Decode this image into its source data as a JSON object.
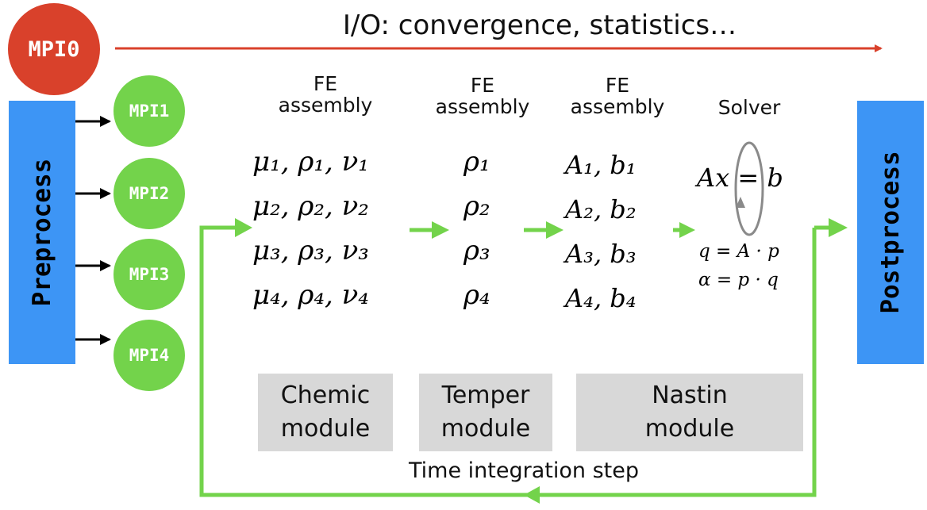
{
  "io_label": "I/O: convergence, statistics…",
  "mpi0_label": "MPI0",
  "workers": [
    "MPI1",
    "MPI2",
    "MPI3",
    "MPI4"
  ],
  "preprocess_label": "Preprocess",
  "postprocess_label": "Postprocess",
  "columns": {
    "chemic_assembly": {
      "line1": "FE",
      "line2": "assembly"
    },
    "temper_assembly": {
      "line1": "FE",
      "line2": "assembly"
    },
    "nastin_assembly": {
      "line1": "FE",
      "line2": "assembly"
    },
    "solver": "Solver"
  },
  "chemic_vars": [
    "μ₁, ρ₁, ν₁",
    "μ₂, ρ₂, ν₂",
    "μ₃, ρ₃, ν₃",
    "μ₄, ρ₄, ν₄"
  ],
  "temper_vars": [
    "ρ₁",
    "ρ₂",
    "ρ₃",
    "ρ₄"
  ],
  "nastin_vars": [
    "A₁,  b₁",
    "A₂,  b₂",
    "A₃,  b₃",
    "A₄,  b₄"
  ],
  "solver_equations": {
    "main": "Ax = b",
    "q": "q = A · p",
    "alpha": "α = p · q"
  },
  "modules": {
    "chemic": {
      "line1": "Chemic",
      "line2": "module"
    },
    "temper": {
      "line1": "Temper",
      "line2": "module"
    },
    "nastin": {
      "line1": "Nastin",
      "line2": "module"
    }
  },
  "time_step_label": "Time integration step",
  "colors": {
    "red": "#d9412b",
    "green": "#73d34b",
    "blue": "#3d95f5",
    "gray": "#d8d8d8"
  }
}
